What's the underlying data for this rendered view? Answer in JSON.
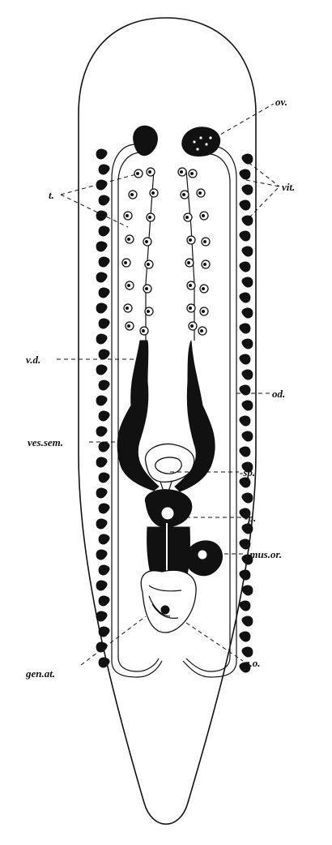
{
  "figure": {
    "labels": {
      "ovary": "ov.",
      "vitellaria": "vit.",
      "testes": "t.",
      "vas_deferens": "v.d.",
      "oviduct": "od.",
      "vesicula_seminalis": "ves.sem.",
      "spermatheca": "-sp.",
      "penis": "-p.",
      "muscular_organ": "-mus.or.",
      "genital_atrium": "gen.at.",
      "genital_opening": "g.o."
    },
    "colors": {
      "ink": "#111111",
      "paper": "#ffffff"
    }
  }
}
